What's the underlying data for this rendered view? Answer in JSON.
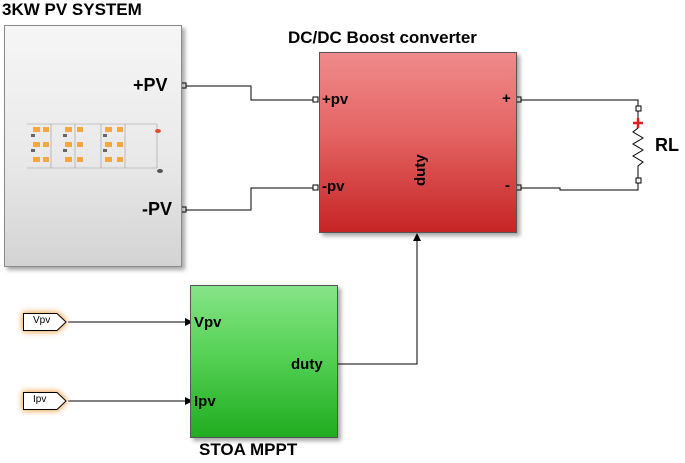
{
  "blocks": {
    "pv_system": {
      "title": "3KW PV SYSTEM",
      "port_pos": "+PV",
      "port_neg": "-PV"
    },
    "boost": {
      "title": "DC/DC Boost converter",
      "in_pos": "+pv",
      "in_neg": "-pv",
      "out_pos": "+",
      "out_neg": "-",
      "in_duty": "duty"
    },
    "mppt": {
      "title": "STOA MPPT",
      "in_v": "Vpv",
      "in_i": "Ipv",
      "out": "duty"
    },
    "load": {
      "label": "RL"
    }
  },
  "tags": {
    "vpv": "Vpv",
    "ipv": "Ipv"
  },
  "colors": {
    "boost_fill": "#e46464",
    "mppt_fill": "#56d256",
    "pv_fill": "#e9e9e9",
    "module_cell": "#f6a53f",
    "goto_glow": "#f1b26b",
    "resistor_plus": "#e02020"
  }
}
